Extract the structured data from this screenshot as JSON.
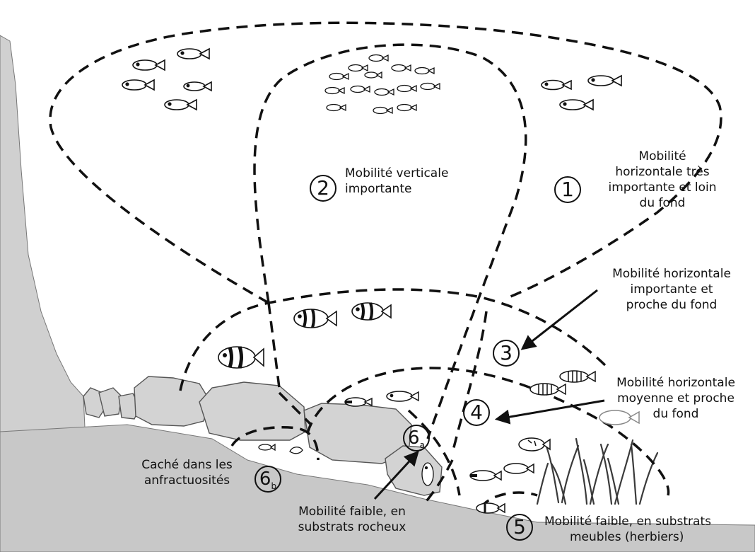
{
  "zones": [
    {
      "number": "1",
      "label_lines": [
        "Mobilité",
        "horizontale très",
        "importante et loin",
        "du fond"
      ]
    },
    {
      "number": "2",
      "label_lines": [
        "Mobilité verticale",
        "importante"
      ]
    },
    {
      "number": "3",
      "label_lines": [
        "Mobilité horizontale",
        "importante et",
        "proche du fond"
      ]
    },
    {
      "number": "4",
      "label_lines": [
        "Mobilité horizontale",
        "moyenne et proche",
        "du fond"
      ]
    },
    {
      "number": "5",
      "label_lines": [
        "Mobilité faible, en substrats",
        "meubles (herbiers)"
      ]
    },
    {
      "number": "6",
      "subscript": "a",
      "label_lines": [
        "Mobilité faible, en",
        "substrats rocheux"
      ]
    },
    {
      "number": "6",
      "subscript": "b",
      "label_lines": [
        "Caché dans les",
        "anfractuosités"
      ]
    }
  ],
  "colors": {
    "line": "#111111",
    "rock_fill": "#d3d3d3",
    "rock_stroke": "#555555",
    "seagrass": "#3a3a3a",
    "background": "#ffffff"
  },
  "icons": [
    "fish-icon",
    "seagrass-icon",
    "rock-icon",
    "arrow-icon"
  ]
}
